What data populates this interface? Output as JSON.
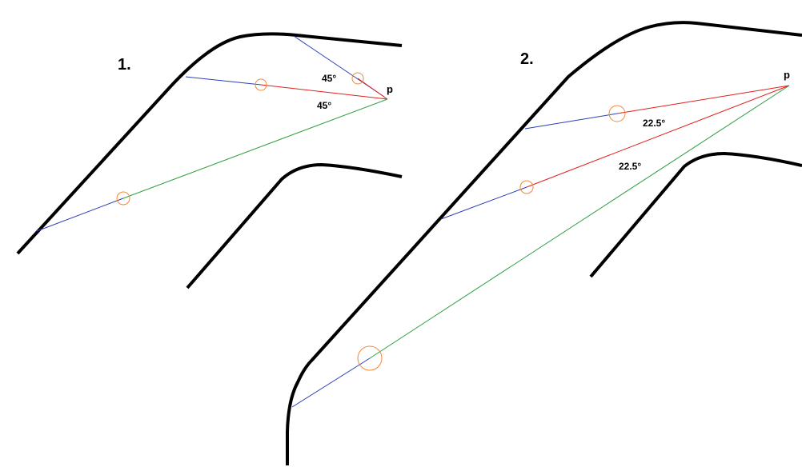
{
  "panels": [
    {
      "number": "1.",
      "point_label": "p",
      "angles": [
        "45°",
        "45°"
      ]
    },
    {
      "number": "2.",
      "point_label": "p",
      "angles": [
        "22.5°",
        "22.5°"
      ]
    }
  ],
  "colors": {
    "walls": "#000000",
    "reflected_ray": "#2a3fb8",
    "center_ray": "#e0201c",
    "lower_ray": "#2ea043",
    "circles": "#f0883a"
  }
}
